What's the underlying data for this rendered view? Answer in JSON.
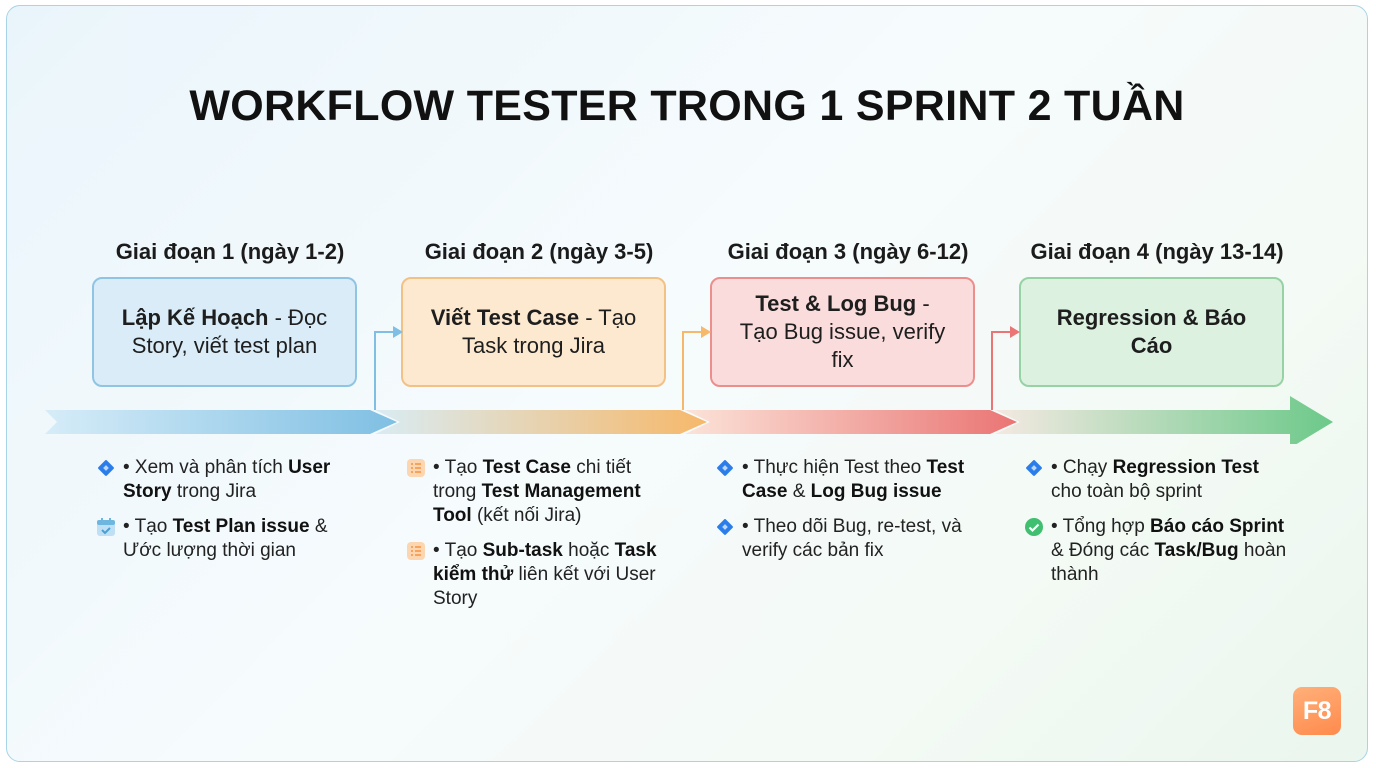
{
  "title": "WORKFLOW TESTER TRONG 1 SPRINT 2 TUẦN",
  "colors": {
    "stage1": "#7fbfe3",
    "stage2": "#f6b86a",
    "stage3": "#ea7574",
    "stage4": "#6cc98a",
    "diamond": "#2b7de9",
    "list_icon": "#f7a35c",
    "check": "#3fbf6f"
  },
  "stages": [
    {
      "heading": "Giai đoạn 1 (ngày 1-2)",
      "box_bold": "Lập Kế Hoạch",
      "box_rest": " - Đọc Story, viết test plan",
      "items": [
        {
          "icon": "diamond-icon",
          "parts": [
            [
              "• Xem và phân tích ",
              false
            ],
            [
              "User Story",
              true
            ],
            [
              " trong Jira",
              false
            ]
          ]
        },
        {
          "icon": "calendar-icon",
          "parts": [
            [
              "• Tạo ",
              false
            ],
            [
              "Test Plan issue",
              true
            ],
            [
              " & Ước lượng thời gian",
              false
            ]
          ]
        }
      ]
    },
    {
      "heading": "Giai đoạn 2 (ngày 3-5)",
      "box_bold": "Viết Test Case",
      "box_rest": " - Tạo Task trong Jira",
      "items": [
        {
          "icon": "list-icon",
          "parts": [
            [
              "• Tạo ",
              false
            ],
            [
              "Test Case",
              true
            ],
            [
              " chi tiết trong ",
              false
            ],
            [
              "Test Management Tool",
              true
            ],
            [
              " (kết nối Jira)",
              false
            ]
          ]
        },
        {
          "icon": "list-icon",
          "parts": [
            [
              "• Tạo ",
              false
            ],
            [
              "Sub-task",
              true
            ],
            [
              " hoặc ",
              false
            ],
            [
              "Task kiểm thử",
              true
            ],
            [
              " liên kết với User Story",
              false
            ]
          ]
        }
      ]
    },
    {
      "heading": "Giai đoạn 3 (ngày 6-12)",
      "box_bold": "Test & Log Bug",
      "box_rest": " - Tạo Bug issue, verify fix",
      "items": [
        {
          "icon": "diamond-icon",
          "parts": [
            [
              "• Thực hiện Test theo ",
              false
            ],
            [
              "Test Case",
              true
            ],
            [
              " & ",
              false
            ],
            [
              "Log Bug issue",
              true
            ]
          ]
        },
        {
          "icon": "diamond-icon",
          "parts": [
            [
              "• Theo dõi Bug, re-test, và verify các bản fix",
              false
            ]
          ]
        }
      ]
    },
    {
      "heading": "Giai đoạn 4 (ngày 13-14)",
      "box_bold": "Regression & Báo Cáo",
      "box_rest": "",
      "items": [
        {
          "icon": "diamond-icon",
          "parts": [
            [
              "• Chạy ",
              false
            ],
            [
              "Regression Test",
              true
            ],
            [
              " cho toàn bộ sprint",
              false
            ]
          ]
        },
        {
          "icon": "check-icon",
          "parts": [
            [
              "• Tổng hợp ",
              false
            ],
            [
              "Báo cáo Sprint",
              true
            ],
            [
              " & Đóng các ",
              false
            ],
            [
              "Task/Bug",
              true
            ],
            [
              " hoàn thành",
              false
            ]
          ]
        }
      ]
    }
  ],
  "logo_text": "F8"
}
